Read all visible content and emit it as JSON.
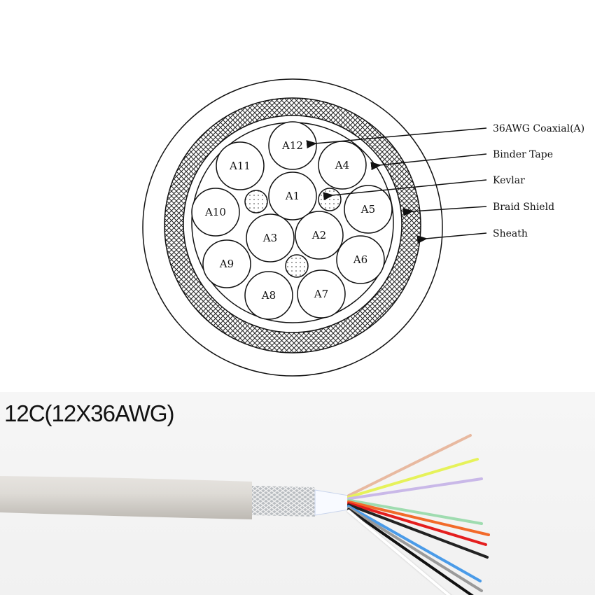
{
  "diagram": {
    "conductors": [
      "A1",
      "A2",
      "A3",
      "A4",
      "A5",
      "A6",
      "A7",
      "A8",
      "A9",
      "A10",
      "A11",
      "A12"
    ],
    "labels": {
      "coaxial": "36AWG Coaxial(A)",
      "binder_tape": "Binder Tape",
      "kevlar": "Kevlar",
      "braid_shield": "Braid Shield",
      "sheath": "Sheath"
    }
  },
  "photo": {
    "title": "12C(12X36AWG)",
    "wire_colors": [
      "#e8b9a0",
      "#e6f25a",
      "#c9b8e8",
      "#9fdcb0",
      "#f26a2a",
      "#e41e1e",
      "#222222",
      "#4a9be8",
      "#9a9a9a",
      "#111111",
      "#ffffff"
    ]
  }
}
